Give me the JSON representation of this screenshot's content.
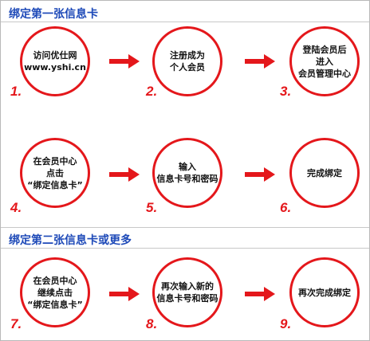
{
  "colors": {
    "title": "#1d49b8",
    "accent": "#e4171b",
    "text": "#111111",
    "divider": "#c8c8c8"
  },
  "sections": [
    {
      "title": "绑定第一张信息卡",
      "steps": [
        {
          "number": "1.",
          "text": "访问优仕网\nwww.yshi.cn"
        },
        {
          "number": "2.",
          "text": "注册成为\n个人会员"
        },
        {
          "number": "3.",
          "text": "登陆会员后\n进入\n会员管理中心"
        },
        {
          "number": "4.",
          "text": "在会员中心\n点击\n“绑定信息卡”"
        },
        {
          "number": "5.",
          "text": "输入\n信息卡号和密码"
        },
        {
          "number": "6.",
          "text": "完成绑定"
        }
      ]
    },
    {
      "title": "绑定第二张信息卡或更多",
      "steps": [
        {
          "number": "7.",
          "text": "在会员中心\n继续点击\n“绑定信息卡”"
        },
        {
          "number": "8.",
          "text": "再次输入新的\n信息卡号和密码"
        },
        {
          "number": "9.",
          "text": "再次完成绑定"
        }
      ]
    }
  ],
  "icons": {
    "arrow": "arrow-right-icon"
  }
}
